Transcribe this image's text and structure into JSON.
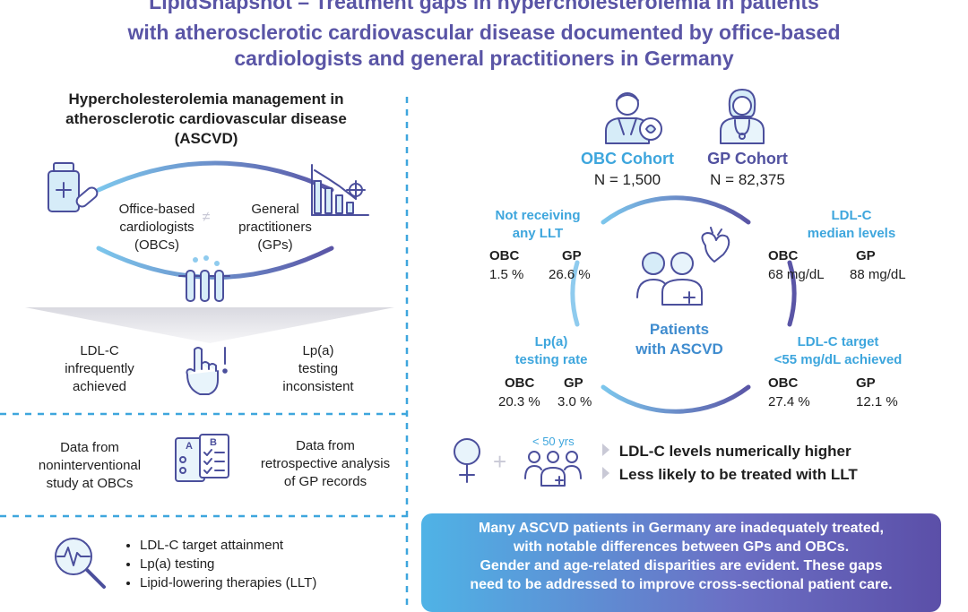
{
  "title": {
    "line1": "LipidSnapshot – Treatment gaps in hypercholesterolemia in patients",
    "line2": "with atherosclerotic cardiovascular disease documented by office-based",
    "line3": "cardiologists and general practitioners in Germany"
  },
  "left": {
    "heading": {
      "line1": "Hypercholesterolemia management in",
      "line2": "atherosclerotic cardiovascular disease",
      "line3": "(ASCVD)"
    },
    "obc": {
      "line1": "Office-based",
      "line2": "cardiologists",
      "line3": "(OBCs)"
    },
    "neq": "≠",
    "gp": {
      "line1": "General",
      "line2": "practitioners",
      "line3": "(GPs)"
    },
    "issue_left": {
      "line1": "LDL-C",
      "line2": "infrequently",
      "line3": "achieved"
    },
    "issue_right": {
      "line1": "Lp(a)",
      "line2": "testing",
      "line3": "inconsistent"
    },
    "data_left": {
      "line1": "Data from",
      "line2": "noninterventional",
      "line3": "study at OBCs"
    },
    "data_right": {
      "line1": "Data from",
      "line2": "retrospective analysis",
      "line3": "of GP records"
    },
    "checklist_a": "A",
    "checklist_b": "B",
    "exclamation": "!",
    "bullets": [
      "LDL-C target attainment",
      "Lp(a) testing",
      "Lipid-lowering therapies (LLT)"
    ]
  },
  "right": {
    "obc_cohort": {
      "label": "OBC Cohort",
      "n": "N = 1,500"
    },
    "gp_cohort": {
      "label": "GP Cohort",
      "n": "N = 82,375"
    },
    "center": {
      "line1": "Patients",
      "line2": "with ASCVD"
    },
    "no_llt": {
      "line1": "Not receiving",
      "line2": "any LLT",
      "obc_label": "OBC",
      "gp_label": "GP",
      "obc_value": "1.5 %",
      "gp_value": "26.6 %"
    },
    "ldl_median": {
      "line1": "LDL-C",
      "line2": "median levels",
      "obc_label": "OBC",
      "gp_label": "GP",
      "obc_value": "68 mg/dL",
      "gp_value": "88 mg/dL"
    },
    "lpa": {
      "line1": "Lp(a)",
      "line2": "testing rate",
      "obc_label": "OBC",
      "gp_label": "GP",
      "obc_value": "20.3 %",
      "gp_value": "3.0 %"
    },
    "ldl_target": {
      "line1": "LDL-C target",
      "line2": "<55 mg/dL achieved",
      "obc_label": "OBC",
      "gp_label": "GP",
      "obc_value": "27.4 %",
      "gp_value": "12.1 %"
    },
    "age_label": "< 50 yrs",
    "plus": "+",
    "findings": [
      "LDL-C levels numerically higher",
      "Less likely to be treated with LLT"
    ]
  },
  "conclusion": {
    "line1": "Many ASCVD patients in Germany are inadequately treated,",
    "line2": "with notable differences between GPs and OBCs.",
    "line3": "Gender and age-related disparities are evident. These gaps",
    "line4": "need to be addressed to improve cross-sectional patient care."
  },
  "colors": {
    "title": "#5a55a6",
    "light_blue": "#3ea6dd",
    "navy": "#5252a0",
    "icon": "#4b4f9c"
  },
  "icons": [
    "medicine-bottle-icon",
    "declining-chart-icon",
    "lab-tubes-icon",
    "hand-exclamation-icon",
    "checklist-icon",
    "magnifier-pulse-icon",
    "male-doctor-icon",
    "female-doctor-icon",
    "patients-heart-icon",
    "female-symbol-icon",
    "group-icon"
  ]
}
